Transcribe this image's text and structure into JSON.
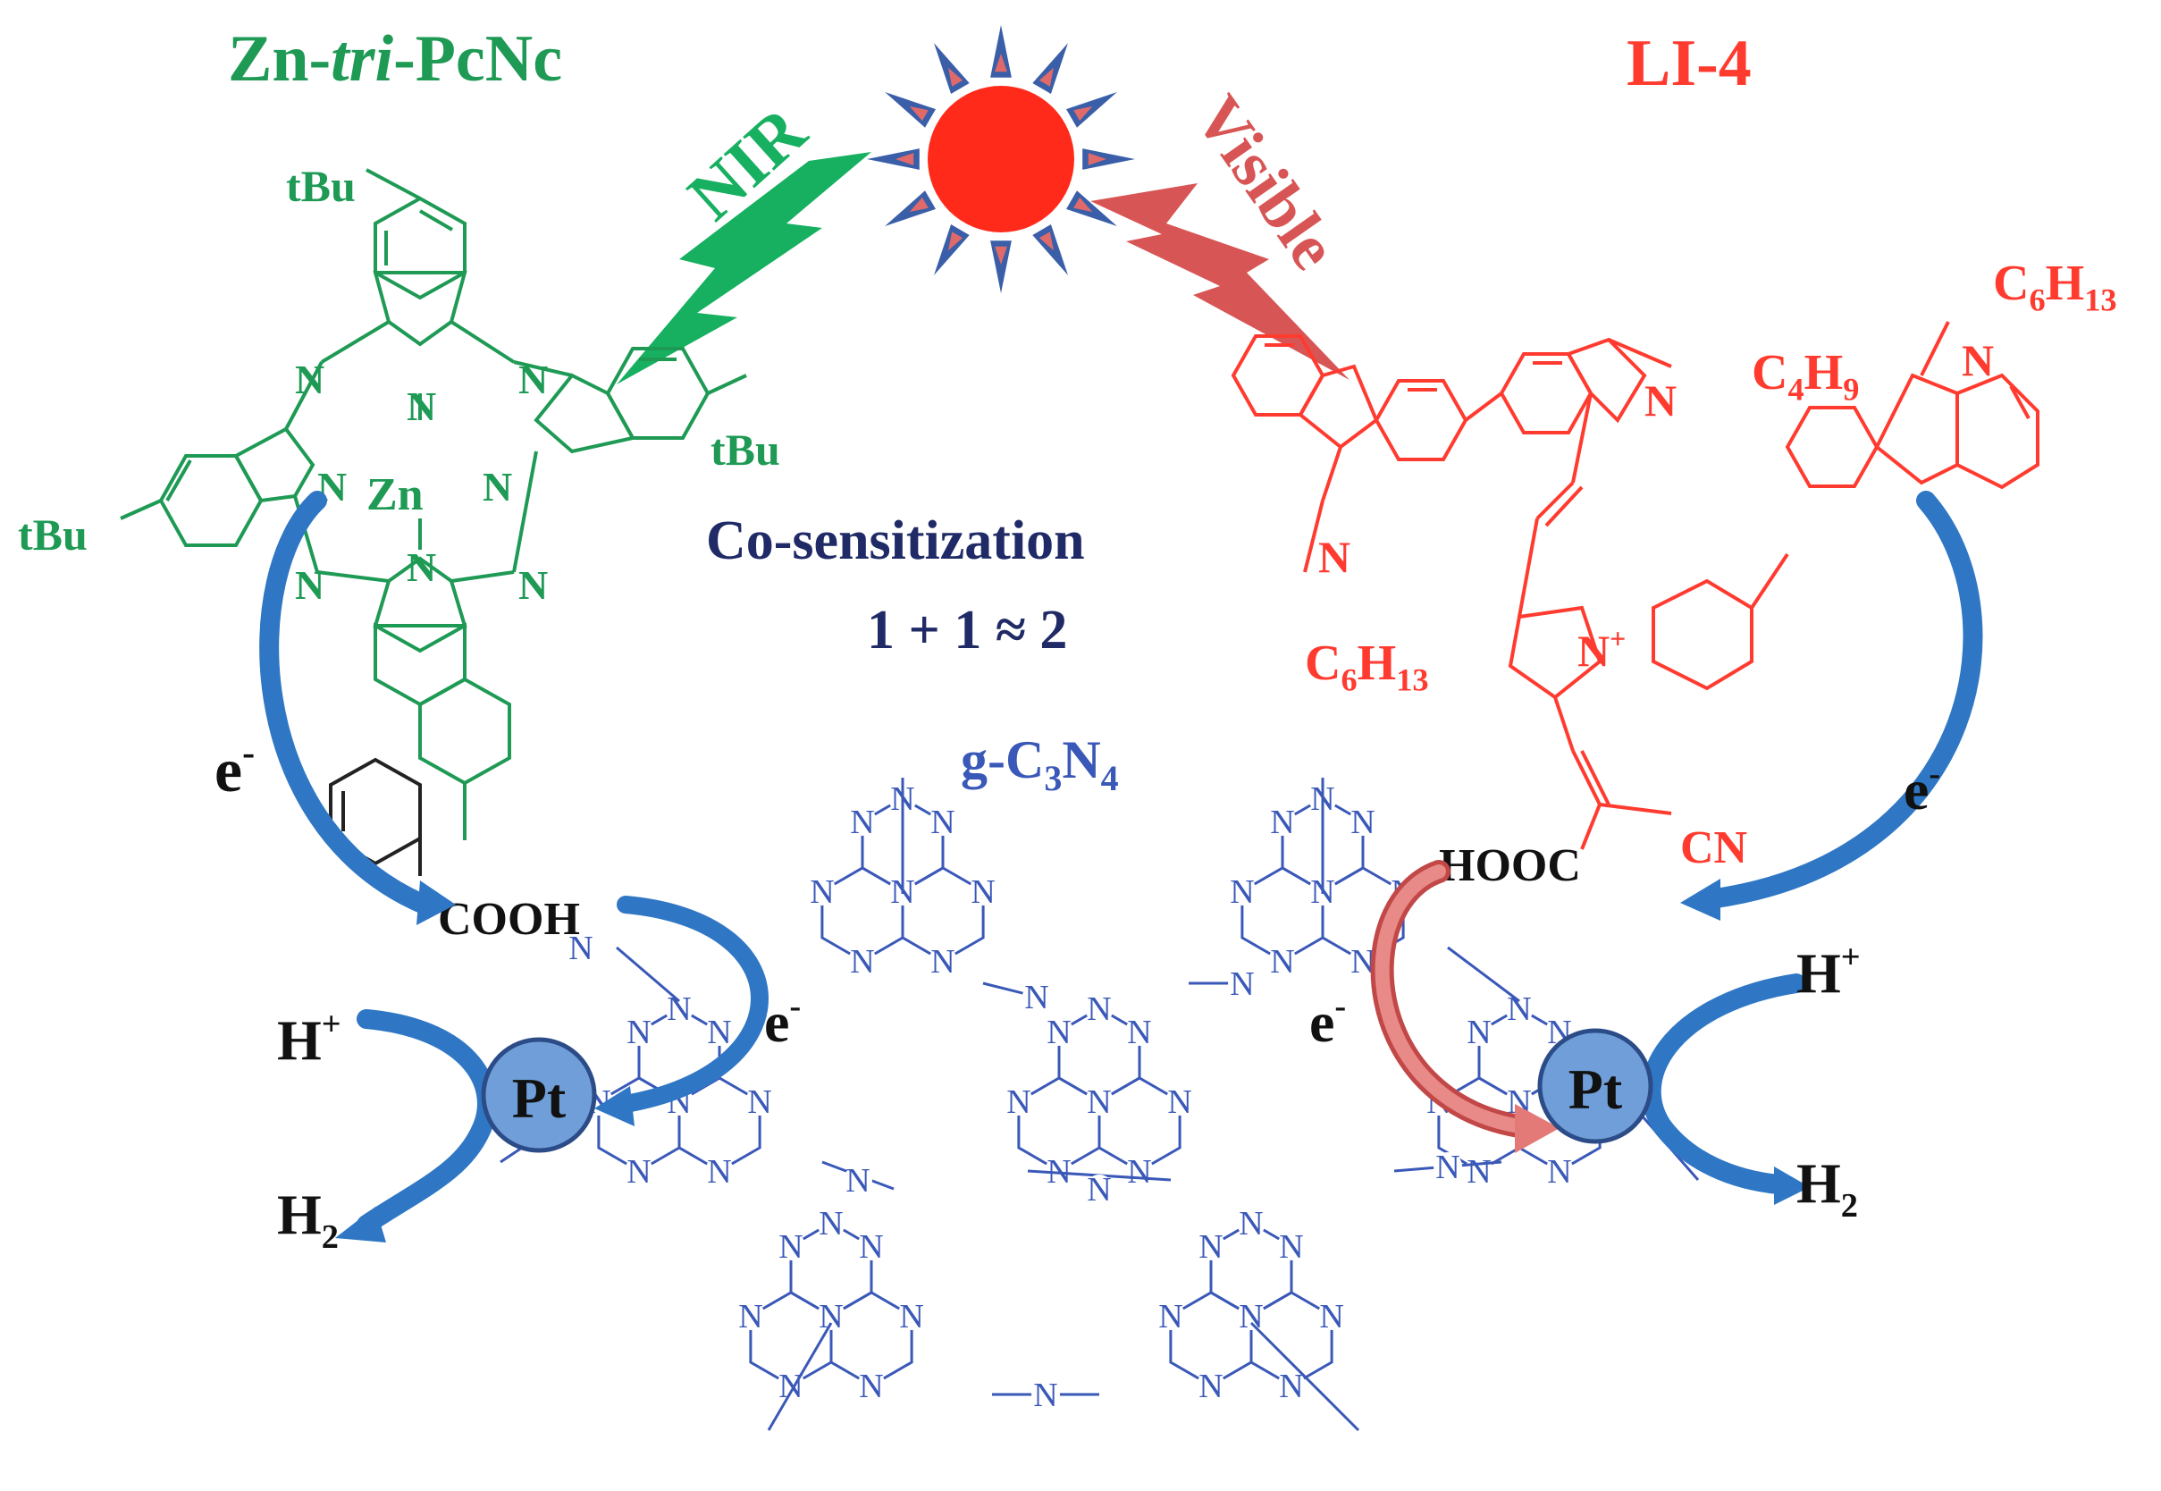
{
  "dye_left": {
    "name_prefix": "Zn-",
    "name_italic": "tri",
    "name_suffix": "-PcNc",
    "color": "#1e9a55",
    "tbu_label": "tBu",
    "n_label": "N",
    "zn_label": "Zn",
    "cooh_label": "COOH"
  },
  "dye_right": {
    "name": "LI-4",
    "color": "#ff3b30",
    "c6h13": {
      "base": "C",
      "sub1": "6",
      "mid": "H",
      "sub2": "13"
    },
    "c4h9": {
      "base": "C",
      "sub1": "4",
      "mid": "H",
      "sub2": "9"
    },
    "n_label": "N",
    "n_plus": "+",
    "cn_label": "CN",
    "hooc_label": "HOOC"
  },
  "light": {
    "nir_label": "NIR",
    "visible_label": "Visible",
    "nir_color": "#16b060",
    "visible_color": "#d85555",
    "sun_color": "#ff2a1a",
    "ray_color": "#3a5fa8"
  },
  "center": {
    "cosens_label": "Co-sensitization",
    "equation": "1 + 1 ≈ 2",
    "color": "#1f2a66"
  },
  "semiconductor": {
    "name_base": "g-C",
    "sub1": "3",
    "name_mid": "N",
    "sub2": "4",
    "color": "#3a58b8",
    "n_label": "N"
  },
  "reaction": {
    "electron": "e",
    "electron_sup": "-",
    "proton": "H",
    "proton_sup": "+",
    "hydrogen": "H",
    "hydrogen_sub": "2",
    "catalyst": "Pt",
    "arrow_color": "#2f77c4",
    "catalyst_color": "#6f9ed8"
  }
}
